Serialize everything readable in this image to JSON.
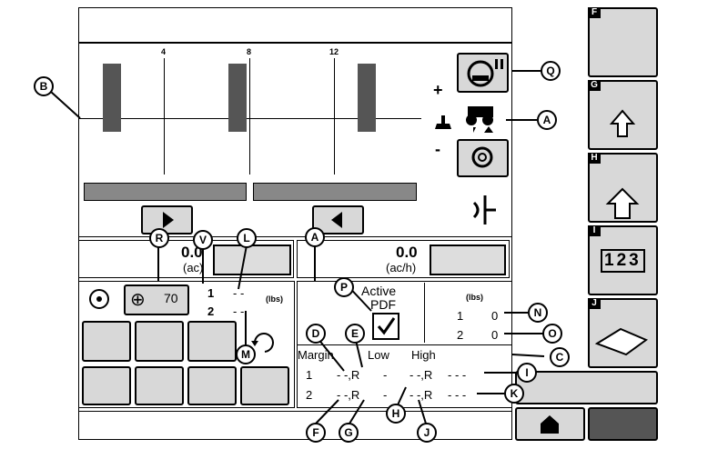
{
  "colors": {
    "button_gray": "#d8d8d8",
    "dark_button": "#555555",
    "bar_gray": "#888888",
    "section_bar": "#555555"
  },
  "graph": {
    "tick1": "4",
    "tick2": "8",
    "tick3": "12"
  },
  "signs": {
    "plus": "+",
    "minus": "-"
  },
  "readout_left": {
    "value": "0.0",
    "unit": "(ac)"
  },
  "readout_right": {
    "value": "0.0",
    "unit": "(ac/h)"
  },
  "speed": {
    "value": "70"
  },
  "rows": {
    "up_label": "1",
    "down_label": "2",
    "dash": "- -",
    "unit": "(lbs)"
  },
  "pdf": {
    "line1": "Active",
    "line2": "PDF"
  },
  "counts": {
    "unit": "(lbs)",
    "r1_label": "1",
    "r1_value": "0",
    "r2_label": "2",
    "r2_value": "0"
  },
  "margin_table": {
    "h_margin": "Margin",
    "h_low": "Low",
    "h_high": "High",
    "rows": [
      {
        "num": "1",
        "low": "- -,R",
        "dash": "-",
        "high": "- -,R",
        "tail": "- - -"
      },
      {
        "num": "2",
        "low": "- -,R",
        "dash": "-",
        "high": "- -,R",
        "tail": "- - -"
      }
    ]
  },
  "side": {
    "i_text": "123"
  },
  "side_tags": {
    "f": "F",
    "g": "G",
    "h": "H",
    "i": "I",
    "j": "J"
  },
  "callouts": {
    "a1": "A",
    "a2": "A",
    "b": "B",
    "c": "C",
    "d": "D",
    "e": "E",
    "f": "F",
    "g": "G",
    "h": "H",
    "i": "I",
    "j": "J",
    "k": "K",
    "l": "L",
    "m": "M",
    "n": "N",
    "o": "O",
    "p": "P",
    "q": "Q",
    "r": "R",
    "v": "V"
  }
}
